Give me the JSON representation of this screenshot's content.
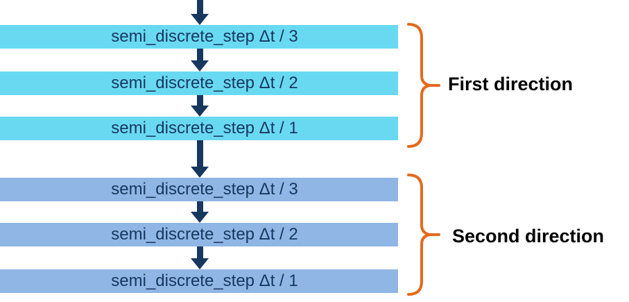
{
  "diagram": {
    "groups": [
      {
        "label": "First direction",
        "steps": [
          "semi_discrete_step Δt / 3",
          "semi_discrete_step Δt / 2",
          "semi_discrete_step Δt / 1"
        ],
        "bar_color": "#69D9F2"
      },
      {
        "label": "Second direction",
        "steps": [
          "semi_discrete_step Δt / 3",
          "semi_discrete_step Δt / 2",
          "semi_discrete_step Δt / 1"
        ],
        "bar_color": "#8FB6E4"
      }
    ],
    "colors": {
      "arrow": "#17375E",
      "bar_text": "#17375E",
      "brace": "#E26A1D",
      "label_text": "#000000",
      "background": "#FFFFFF"
    }
  }
}
